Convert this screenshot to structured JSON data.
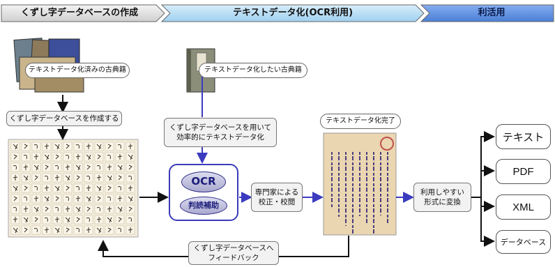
{
  "stages": [
    {
      "label": "くずし字データベースの作成"
    },
    {
      "label": "テキストデータ化(OCR利用)"
    },
    {
      "label": "利活用"
    }
  ],
  "bubbles": {
    "digitized_books": "テキストデータ化済みの古典籍",
    "target_books": "テキストデータ化したい古典籍",
    "completed": "テキストデータ化完了"
  },
  "steps": {
    "create_db": "くずし字データベースを作成する",
    "use_db": "くずし字データベースを用いて\n効率的にテキストデータ化",
    "proofread": "専門家による\n校正・校閲",
    "convert": "利用しやすい\n形式に変換",
    "feedback": "くずし字データベースへ\nフィードバック"
  },
  "ocr": {
    "main": "OCR",
    "sub": "判読補助"
  },
  "outputs": [
    "テキスト",
    "PDF",
    "XML",
    "データベース"
  ],
  "colors": {
    "banner_gray": "#d9d9d9",
    "banner_lightblue": "#b7dcf5",
    "banner_blue": "#5c8fe0",
    "flow_blue": "#3b3bbf",
    "flow_black": "#111111"
  }
}
